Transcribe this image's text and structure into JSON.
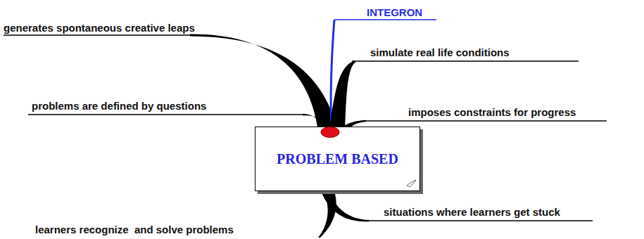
{
  "diagram": {
    "nodes": [
      {
        "text": [
          "PROBLEM BASED"
        ]
      }
    ],
    "labels": [
      "generates spontaneous creative leaps",
      "INTEGRON",
      "simulate real life conditions",
      "problems are defined by questions",
      "imposes constraints for progress",
      "situations where learners get stuck",
      "learners recognize  and solve problems"
    ]
  }
}
